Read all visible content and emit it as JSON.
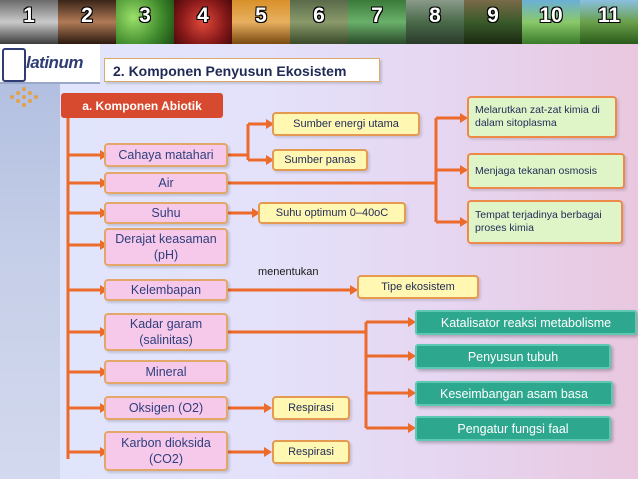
{
  "top_tabs": [
    "1",
    "2",
    "3",
    "4",
    "5",
    "6",
    "7",
    "8",
    "9",
    "10",
    "11"
  ],
  "logo_text": "latinum",
  "header_title": "2. Komponen Penyusun Ekosistem",
  "section_title": "a. Komponen Abiotik",
  "components": [
    "Cahaya matahari",
    "Air",
    "Suhu",
    "Derajat keasaman (pH)",
    "Kelembapan",
    "Kadar garam (salinitas)",
    "Mineral",
    "Oksigen (O2)",
    "Karbon dioksida (CO2)"
  ],
  "light_roles": [
    "Sumber energi utama",
    "Sumber panas"
  ],
  "temperature_note": "Suhu optimum 0–40oC",
  "water_roles": [
    "Melarutkan zat-zat kimia di dalam sitoplasma",
    "Menjaga tekanan osmosis",
    "Tempat terjadinya berbagai proses kimia"
  ],
  "humidity_label": "menentukan",
  "ecosystem_type": "Tipe ekosistem",
  "mineral_roles": [
    "Katalisator reaksi metabolisme",
    "Penyusun tubuh",
    "Keseimbangan asam basa",
    "Pengatur fungsi faal"
  ],
  "respiration": [
    "Respirasi",
    "Respirasi"
  ],
  "colors": {
    "accent_red": "#d74a2f",
    "connector": "#ec6a2a",
    "teal": "#2ea78f"
  }
}
